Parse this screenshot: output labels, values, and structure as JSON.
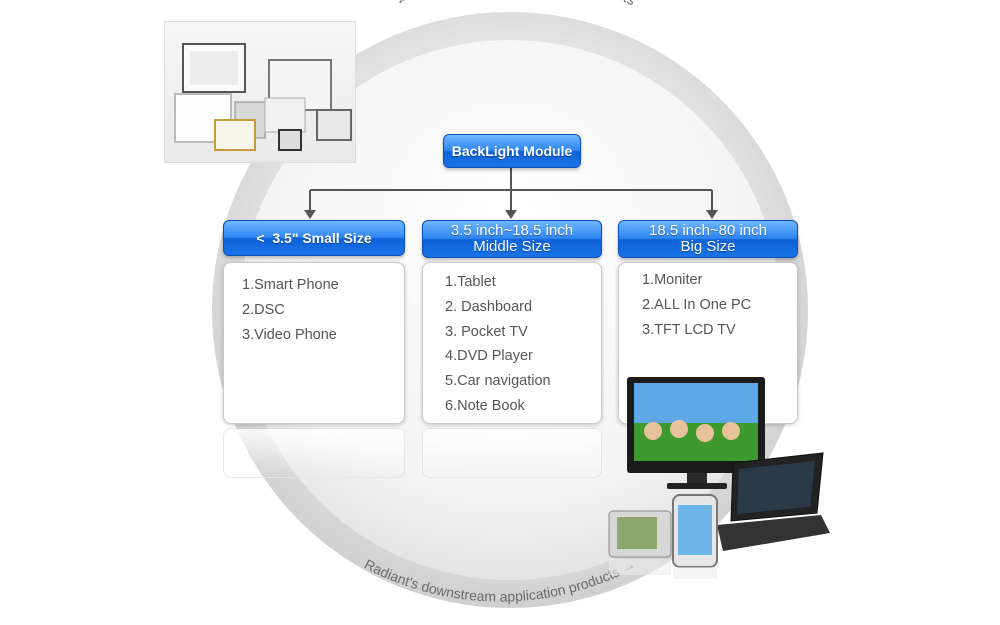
{
  "ring": {
    "top_caption": "Radiant's backlight module products",
    "bottom_caption": "Radiant's downstream application products"
  },
  "root": {
    "label": "BackLight Module"
  },
  "categories": [
    {
      "lines": [
        "<",
        "3.5\" Small Size"
      ],
      "items": [
        "1.Smart Phone",
        "2.DSC",
        "3.Video Phone"
      ]
    },
    {
      "lines": [
        "3.5 inch~18.5 inch",
        "Middle Size"
      ],
      "items": [
        "1.Tablet",
        "2. Dashboard",
        "3. Pocket TV",
        "4.DVD Player",
        "5.Car navigation",
        "6.Note Book"
      ]
    },
    {
      "lines": [
        "18.5 inch~80 inch",
        "Big Size"
      ],
      "items": [
        "1.Moniter",
        "2.ALL In One PC",
        "3.TFT LCD TV"
      ]
    }
  ],
  "images": {
    "top_left": "backlight-module-panels-photo",
    "bottom_right": "consumer-devices-photo"
  },
  "colors": {
    "accent_blue": "#1a73e8",
    "ring_gray": "#d9d9d9",
    "text_gray": "#555555"
  }
}
